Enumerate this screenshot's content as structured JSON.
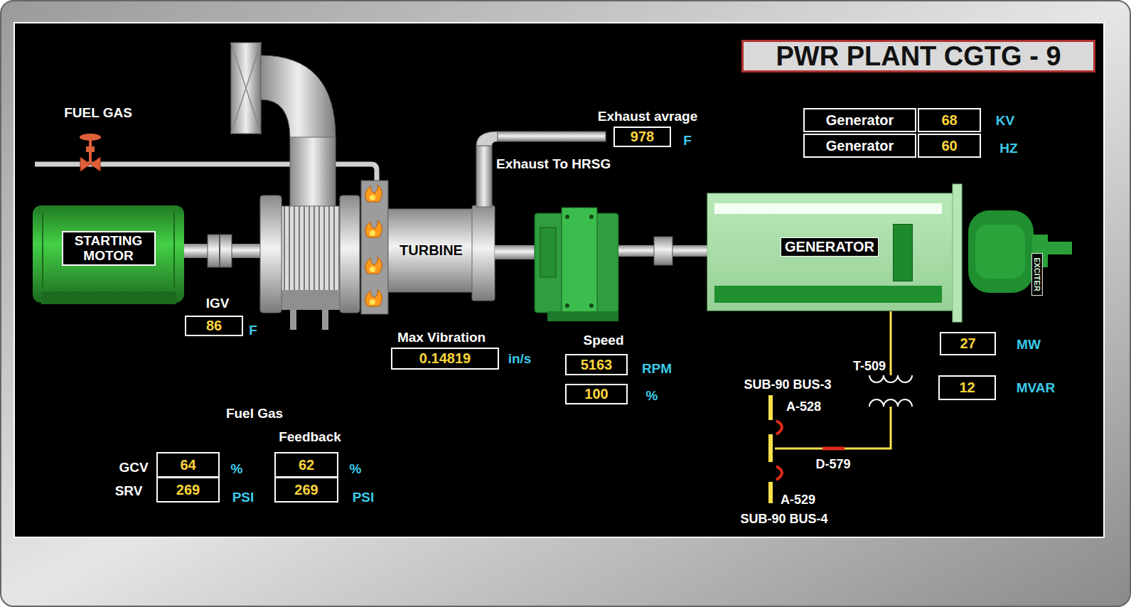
{
  "diagram": {
    "title": "PWR PLANT CGTG - 9",
    "nodes": [
      {
        "text": [
          "Generator"
        ]
      },
      {
        "text": [
          "68"
        ]
      },
      {
        "text": [
          "Generator"
        ]
      },
      {
        "text": [
          "60"
        ]
      },
      {
        "text": [
          "978"
        ]
      },
      {
        "text": [
          "STARTING MOTOR"
        ]
      },
      {
        "text": [
          "TURBINE"
        ]
      },
      {
        "text": [
          "GENERATOR"
        ]
      },
      {
        "text": [
          "EXCITER"
        ],
        "in": 7
      },
      {
        "text": [
          "86"
        ]
      },
      {
        "text": [
          "0.14819"
        ]
      },
      {
        "text": [
          "5163"
        ]
      },
      {
        "text": [
          "100"
        ]
      },
      {
        "text": [
          "27"
        ]
      },
      {
        "text": [
          "12"
        ]
      },
      {
        "text": [
          "64"
        ]
      },
      {
        "text": [
          "269"
        ]
      },
      {
        "text": [
          "62"
        ]
      },
      {
        "text": [
          "269"
        ]
      }
    ],
    "labels": [
      "FUEL GAS",
      "Exhaust avrage",
      "F",
      "Exhaust To HRSG",
      "KV",
      "HZ",
      "IGV",
      "F",
      "Max Vibration",
      "in/s",
      "Speed",
      "RPM",
      "%",
      "MW",
      "MVAR",
      "T-509",
      "SUB-90 BUS-3",
      "A-528",
      "D-579",
      "A-529",
      "SUB-90 BUS-4",
      "Fuel Gas",
      "Feedback",
      "GCV",
      "%",
      "SRV",
      "PSI",
      "%",
      "PSI"
    ]
  }
}
